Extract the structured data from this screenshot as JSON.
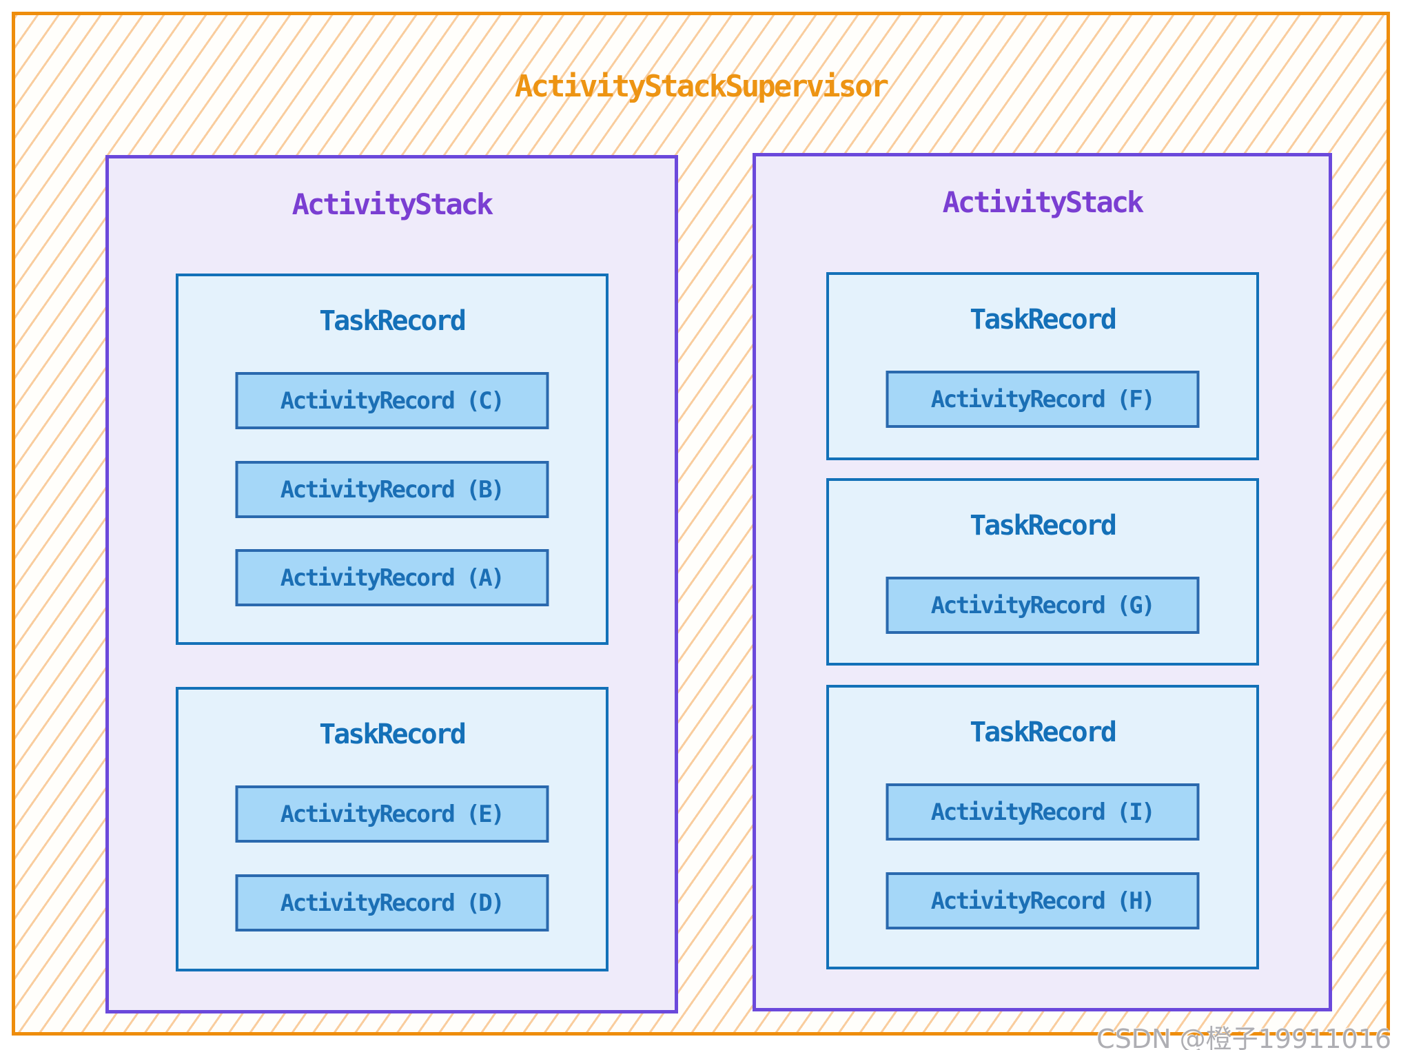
{
  "supervisor": {
    "title": "ActivityStackSupervisor"
  },
  "stacks": [
    {
      "label": "ActivityStack",
      "tasks": [
        {
          "label": "TaskRecord",
          "records": [
            "ActivityRecord (C)",
            "ActivityRecord (B)",
            "ActivityRecord (A)"
          ]
        },
        {
          "label": "TaskRecord",
          "records": [
            "ActivityRecord (E)",
            "ActivityRecord (D)"
          ]
        }
      ]
    },
    {
      "label": "ActivityStack",
      "tasks": [
        {
          "label": "TaskRecord",
          "records": [
            "ActivityRecord (F)"
          ]
        },
        {
          "label": "TaskRecord",
          "records": [
            "ActivityRecord (G)"
          ]
        },
        {
          "label": "TaskRecord",
          "records": [
            "ActivityRecord (I)",
            "ActivityRecord (H)"
          ]
        }
      ]
    }
  ],
  "watermark": "CSDN @橙子19911016",
  "colors": {
    "orange-border": "#EE8D0C",
    "orange-text": "#ED9413",
    "hatch": "#F9CD9E",
    "purple-border": "#6B49DB",
    "purple-fill": "#EFEBFA",
    "purple-text": "#7A3ED2",
    "blue-border": "#1371B8",
    "blue-fill": "#E4F2FC",
    "blue-text": "#1470B8",
    "record-border": "#2A69AE",
    "record-fill": "#A5D7F8",
    "record-text": "#1B6FB5"
  }
}
